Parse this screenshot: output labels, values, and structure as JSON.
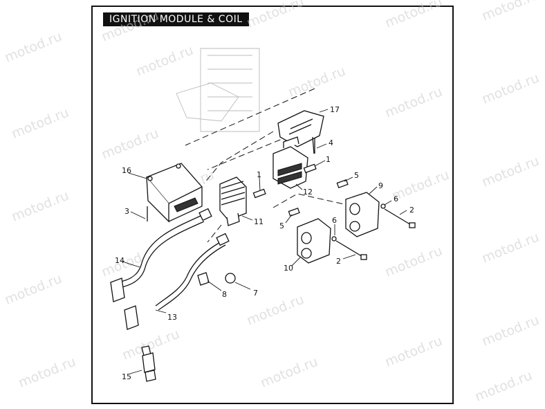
{
  "diagram": {
    "title": "IGNITION MODULE & COIL",
    "watermark": "motod.ru",
    "callouts": [
      "17",
      "4",
      "16",
      "1",
      "1",
      "5",
      "12",
      "9",
      "6",
      "2",
      "3",
      "11",
      "5",
      "6",
      "10",
      "2",
      "14",
      "8",
      "7",
      "13",
      "15"
    ]
  },
  "colors": {
    "ink": "#111111",
    "background": "#ffffff",
    "watermark": "#c9c9c9"
  }
}
